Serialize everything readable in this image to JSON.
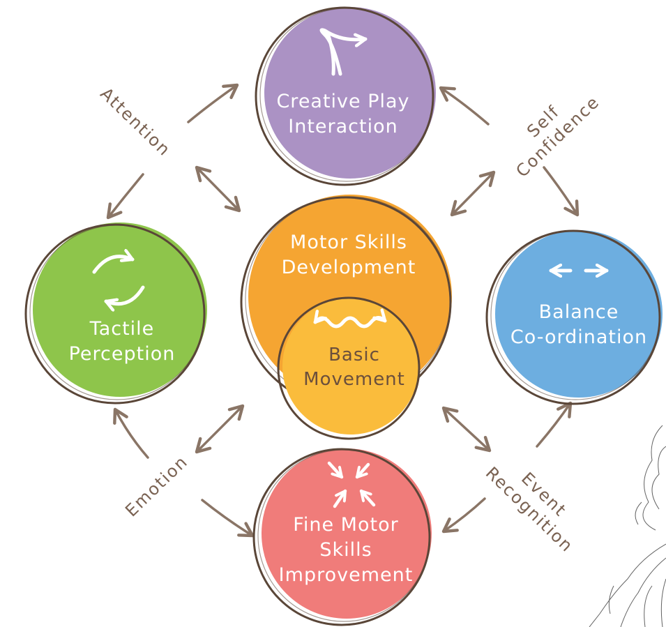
{
  "nodes": {
    "creative_play": {
      "line1": "Creative Play",
      "line2": "Interaction",
      "color": "#ab92c4"
    },
    "motor_skills": {
      "line1": "Motor Skills",
      "line2": "Development",
      "color": "#f5a532"
    },
    "basic_movement": {
      "line1": "Basic",
      "line2": "Movement",
      "color": "#fabc3c"
    },
    "tactile": {
      "line1": "Tactile",
      "line2": "Perception",
      "color": "#8ec54b"
    },
    "balance": {
      "line1": "Balance",
      "line2": "Co-ordination",
      "color": "#6daee0"
    },
    "fine_motor": {
      "line1": "Fine Motor",
      "line2": "Skills",
      "line3": "Improvement",
      "color": "#f07c7a"
    }
  },
  "links": {
    "attention": "Attention",
    "self_confidence_1": "Self",
    "self_confidence_2": "Confidence",
    "emotion": "Emotion",
    "event_recognition_1": "Event",
    "event_recognition_2": "Recognition"
  },
  "colors": {
    "outline": "#5a4638",
    "arrow": "#8a7566",
    "label": "#7a6252"
  }
}
